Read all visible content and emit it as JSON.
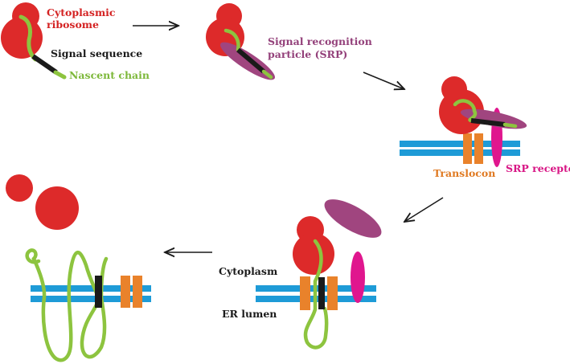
{
  "labels": {
    "cytoplasmic_ribosome_line1": "Cytoplasmic",
    "cytoplasmic_ribosome_line2": "ribosome",
    "signal_sequence": "Signal sequence",
    "nascent_chain": "Nascent chain",
    "srp_line1": "Signal recognition",
    "srp_line2": "particle (SRP)",
    "translocon": "Translocon",
    "srp_receptor": "SRP receptor",
    "cytoplasm": "Cytoplasm",
    "er_lumen": "ER lumen"
  },
  "colors": {
    "ribosome": "#dd2a2a",
    "nascent_chain": "#8dc43f",
    "signal_sequence": "#1a1a1a",
    "srp": "#a0457f",
    "srp_receptor": "#e0168e",
    "translocon": "#e9822b",
    "membrane": "#1e9bd7",
    "label_ribosome": "#d42323",
    "label_dark": "#1a1a1a",
    "label_chain": "#7db83a",
    "label_srp": "#93407a",
    "label_translocon": "#e07a22",
    "label_receptor": "#d81685"
  },
  "icons": {
    "arrow": "arrow-icon"
  }
}
